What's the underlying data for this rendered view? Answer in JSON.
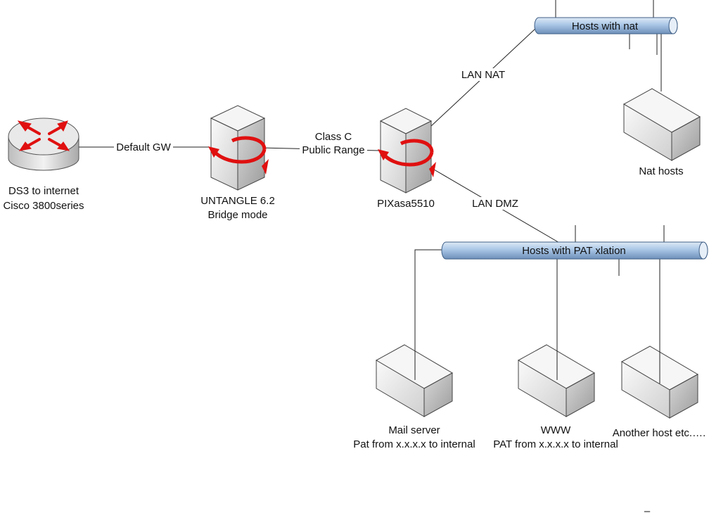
{
  "router": {
    "label_line1": "DS3 to internet",
    "label_line2": "Cisco 3800series"
  },
  "links": {
    "router_untangle": "Default GW",
    "untangle_pix_line1": "Class C",
    "untangle_pix_line2": "Public Range",
    "pix_nat": "LAN NAT",
    "pix_dmz": "LAN DMZ"
  },
  "untangle": {
    "label_line1": "UNTANGLE 6.2",
    "label_line2": "Bridge mode"
  },
  "pix": {
    "label": "PIXasa5510"
  },
  "bus_nat": {
    "label": "Hosts with nat"
  },
  "bus_pat": {
    "label": "Hosts with PAT xlation"
  },
  "hosts": {
    "nat_hosts": {
      "label": "Nat hosts"
    },
    "mail": {
      "label_line1": "Mail server",
      "label_line2": "Pat from x.x.x.x to internal"
    },
    "www": {
      "label_line1": "WWW",
      "label_line2": "PAT from x.x.x.x to internal"
    },
    "another": {
      "label": "Another host etc.…."
    }
  },
  "footer_mark": "–",
  "colors": {
    "bus_fill": "#a9c6e6",
    "bus_stroke": "#3f5f86",
    "arrow_red": "#e01010",
    "box_light": "#f4f4f4",
    "box_mid": "#d6d6d6",
    "box_dark": "#a8a8a8"
  }
}
